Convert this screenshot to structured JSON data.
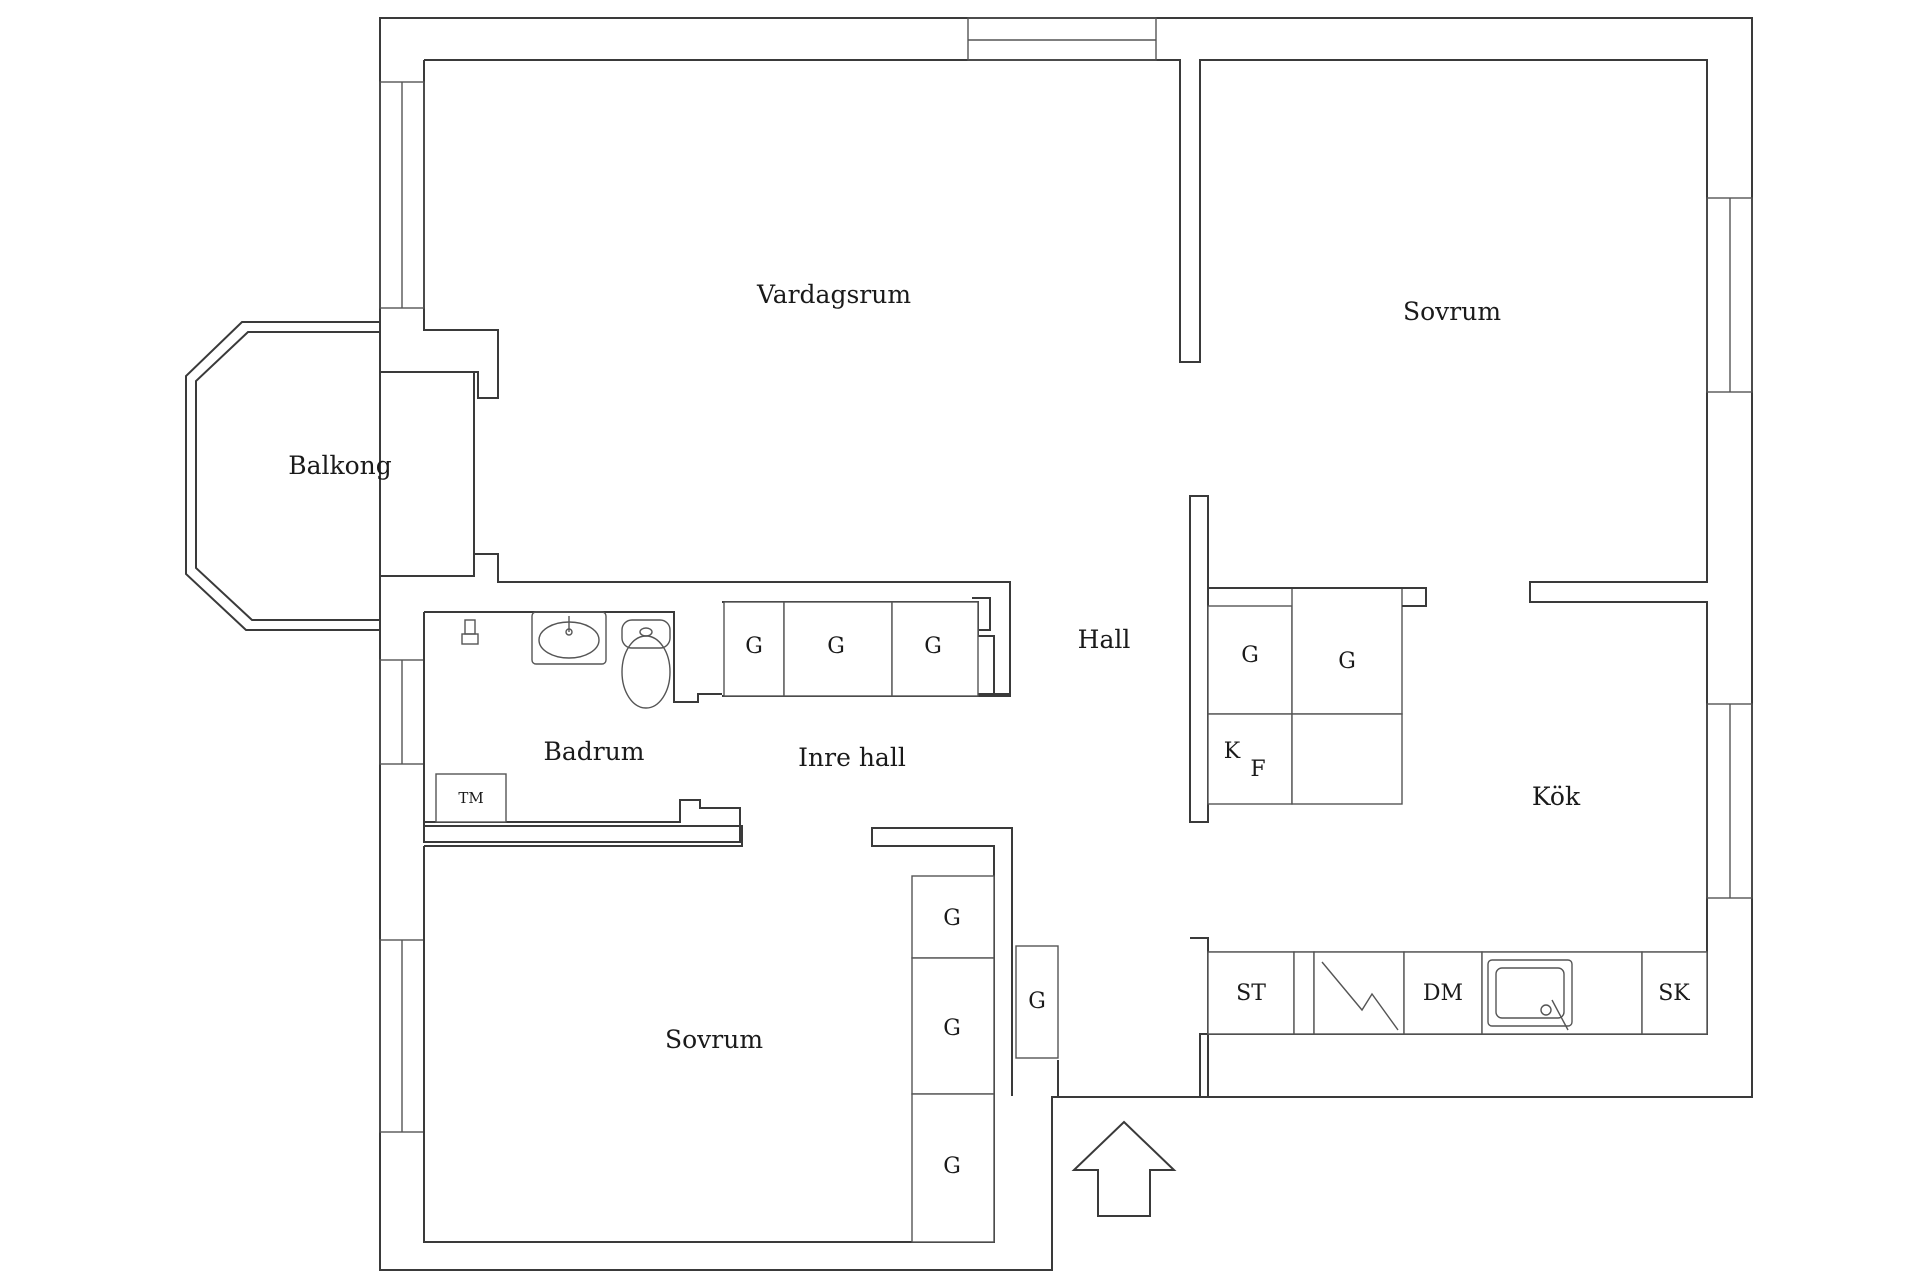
{
  "plan": {
    "rooms": {
      "vardagsrum": "Vardagsrum",
      "sovrum_top": "Sovrum",
      "balkong": "Balkong",
      "hall": "Hall",
      "badrum": "Badrum",
      "inre_hall": "Inre hall",
      "kok": "Kök",
      "sovrum_bottom": "Sovrum"
    },
    "cabinets": {
      "g": "G",
      "k": "K",
      "f": "F",
      "tm": "TM",
      "st": "ST",
      "dm": "DM",
      "sk": "SK"
    }
  },
  "colors": {
    "wall_stroke": "#3a3a3a",
    "background": "#ffffff"
  }
}
